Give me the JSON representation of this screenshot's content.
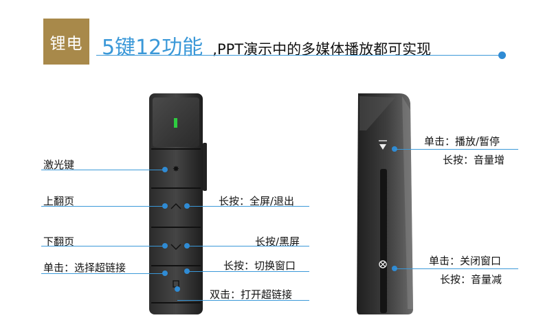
{
  "header": {
    "badge": "锂电",
    "highlight": "5键12功能",
    "subtitle": ",PPT演示中的多媒体播放都可实现"
  },
  "front_labels": {
    "laser": "激光键",
    "page_up": "上翻页",
    "page_down": "下翻页",
    "single_click_link": "单击：选择超链接",
    "long_fullscreen": "长按：全屏/退出",
    "long_blackscreen": "长按/黑屏",
    "long_switch_window": "长按：切换窗口",
    "double_click_link": "双击：打开超链接"
  },
  "side_labels": {
    "single_play": "单击：播放/暂停",
    "long_vol_up": "长按：音量增",
    "single_close": "单击：关闭窗口",
    "long_vol_down": "长按：音量减"
  },
  "colors": {
    "accent": "#3a98d8",
    "badge": "#a8894a",
    "led": "#2ecc40"
  }
}
